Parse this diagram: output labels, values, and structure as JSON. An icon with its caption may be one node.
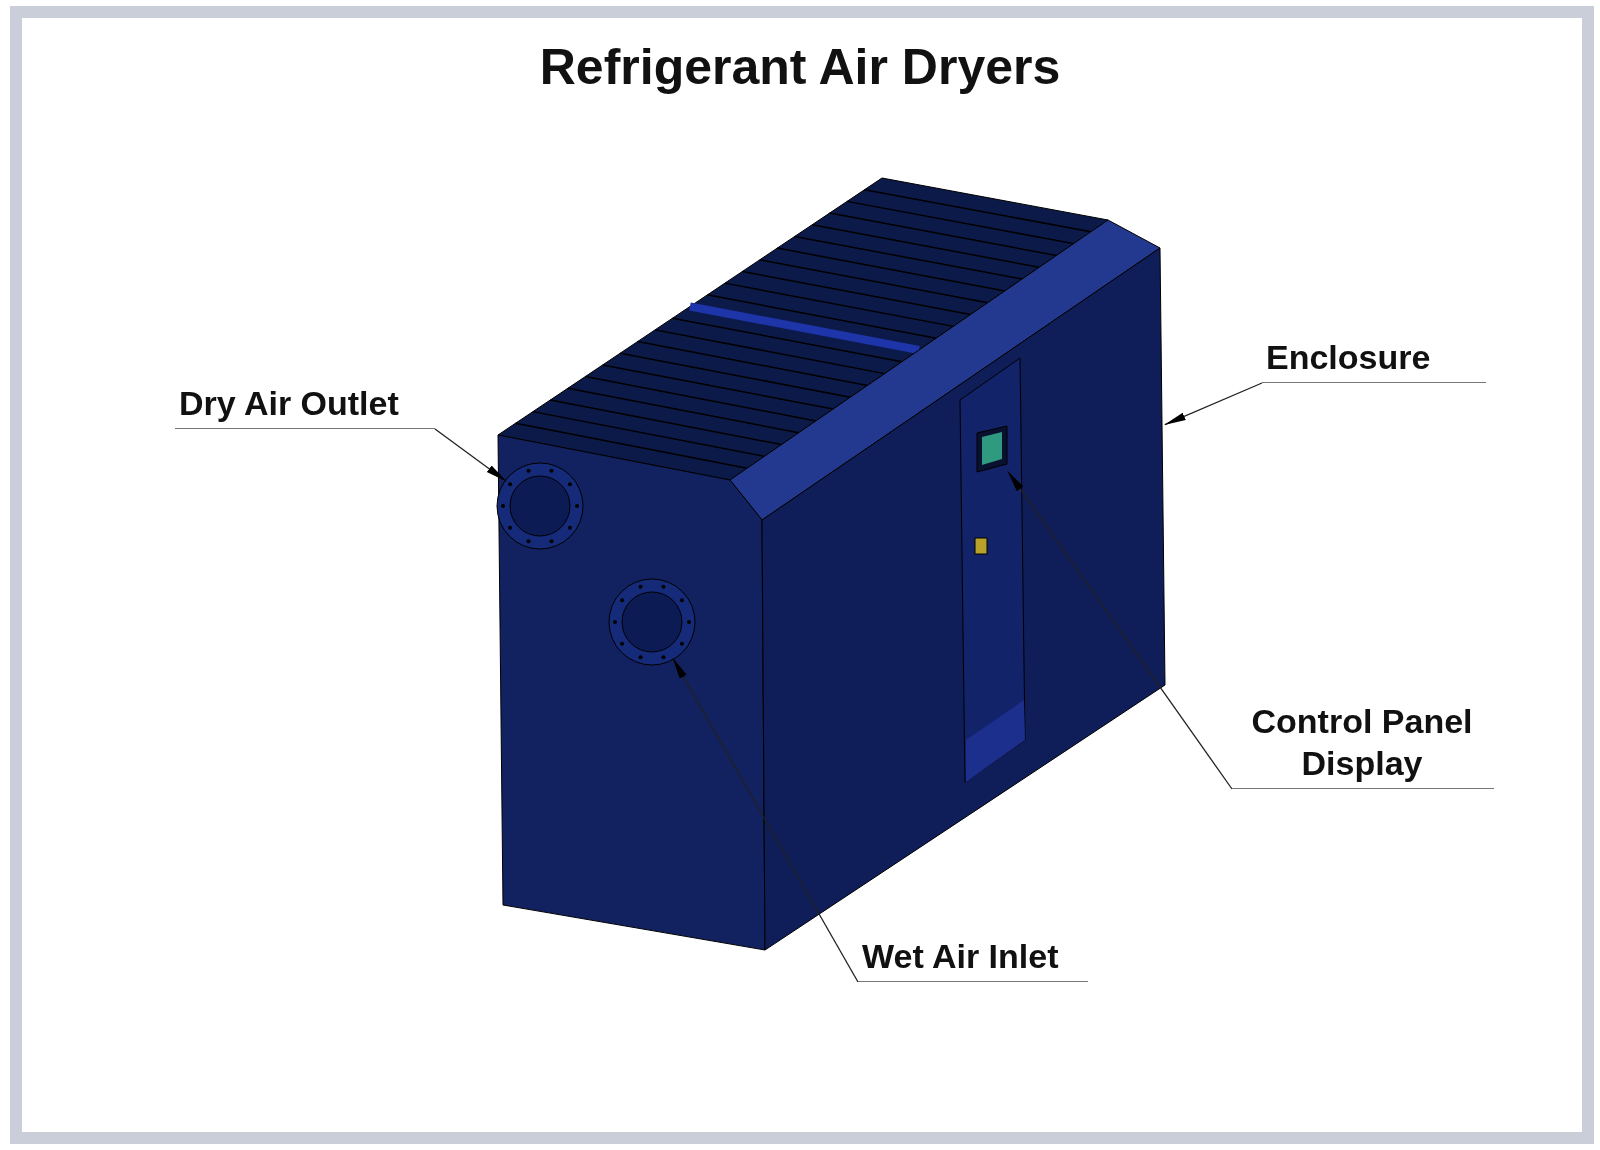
{
  "diagram": {
    "title": "Refrigerant Air Dryers",
    "nodes": [
      {
        "text": [
          "Dry Air Outlet"
        ]
      },
      {
        "text": [
          "Enclosure"
        ]
      },
      {
        "text": [],
        "shape": "box"
      },
      {
        "text": [],
        "shape": "circle"
      },
      {
        "text": [],
        "shape": "circle"
      },
      {
        "text": [],
        "shape": "box",
        "in": 2
      },
      {
        "text": [
          "Control Panel Display"
        ]
      },
      {
        "text": [
          "Wet Air Inlet"
        ]
      }
    ],
    "edges": [
      {
        "from": 0,
        "to": 3,
        "arrow": "to"
      },
      {
        "from": 1,
        "to": 2,
        "arrow": "to"
      },
      {
        "from": 6,
        "to": 5,
        "arrow": "to"
      },
      {
        "from": 7,
        "to": 4,
        "arrow": "to"
      }
    ]
  }
}
